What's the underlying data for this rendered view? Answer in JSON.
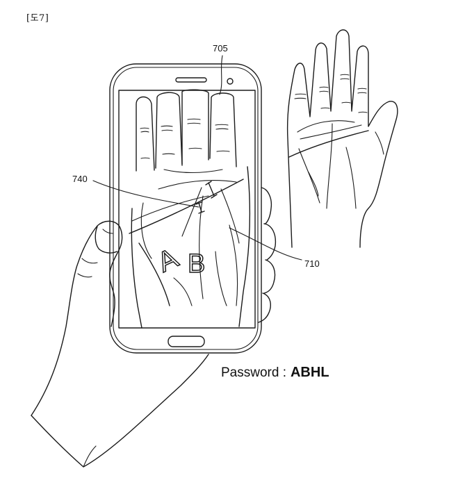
{
  "figure_label": "[도7]",
  "reference_labels": {
    "device": "705",
    "palm_line": "710",
    "mark": "740"
  },
  "screen_letters": {
    "first": "A",
    "second": "B"
  },
  "password": {
    "label": "Password :",
    "value": "ABHL"
  }
}
